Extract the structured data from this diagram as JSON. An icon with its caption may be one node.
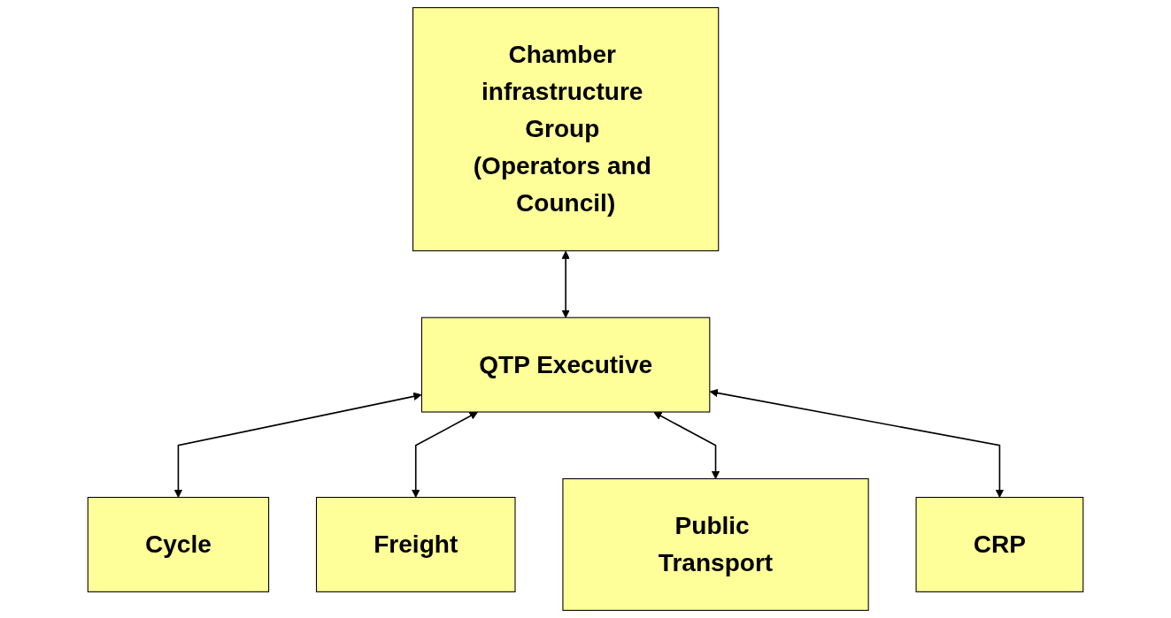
{
  "diagram": {
    "nodes": [
      {
        "text": [
          "Chamber infrastructure Group (Operators and Council)"
        ]
      },
      {
        "text": [
          "QTP Executive"
        ]
      },
      {
        "text": [
          "Cycle"
        ]
      },
      {
        "text": [
          "Freight"
        ]
      },
      {
        "text": [
          "Public Transport"
        ]
      },
      {
        "text": [
          "CRP"
        ]
      }
    ],
    "edges": [
      {
        "from": 0,
        "to": 1,
        "arrow": "both"
      },
      {
        "from": 1,
        "to": 2,
        "arrow": "both"
      },
      {
        "from": 1,
        "to": 3,
        "arrow": "both"
      },
      {
        "from": 1,
        "to": 4,
        "arrow": "both"
      },
      {
        "from": 1,
        "to": 5,
        "arrow": "both"
      }
    ]
  }
}
